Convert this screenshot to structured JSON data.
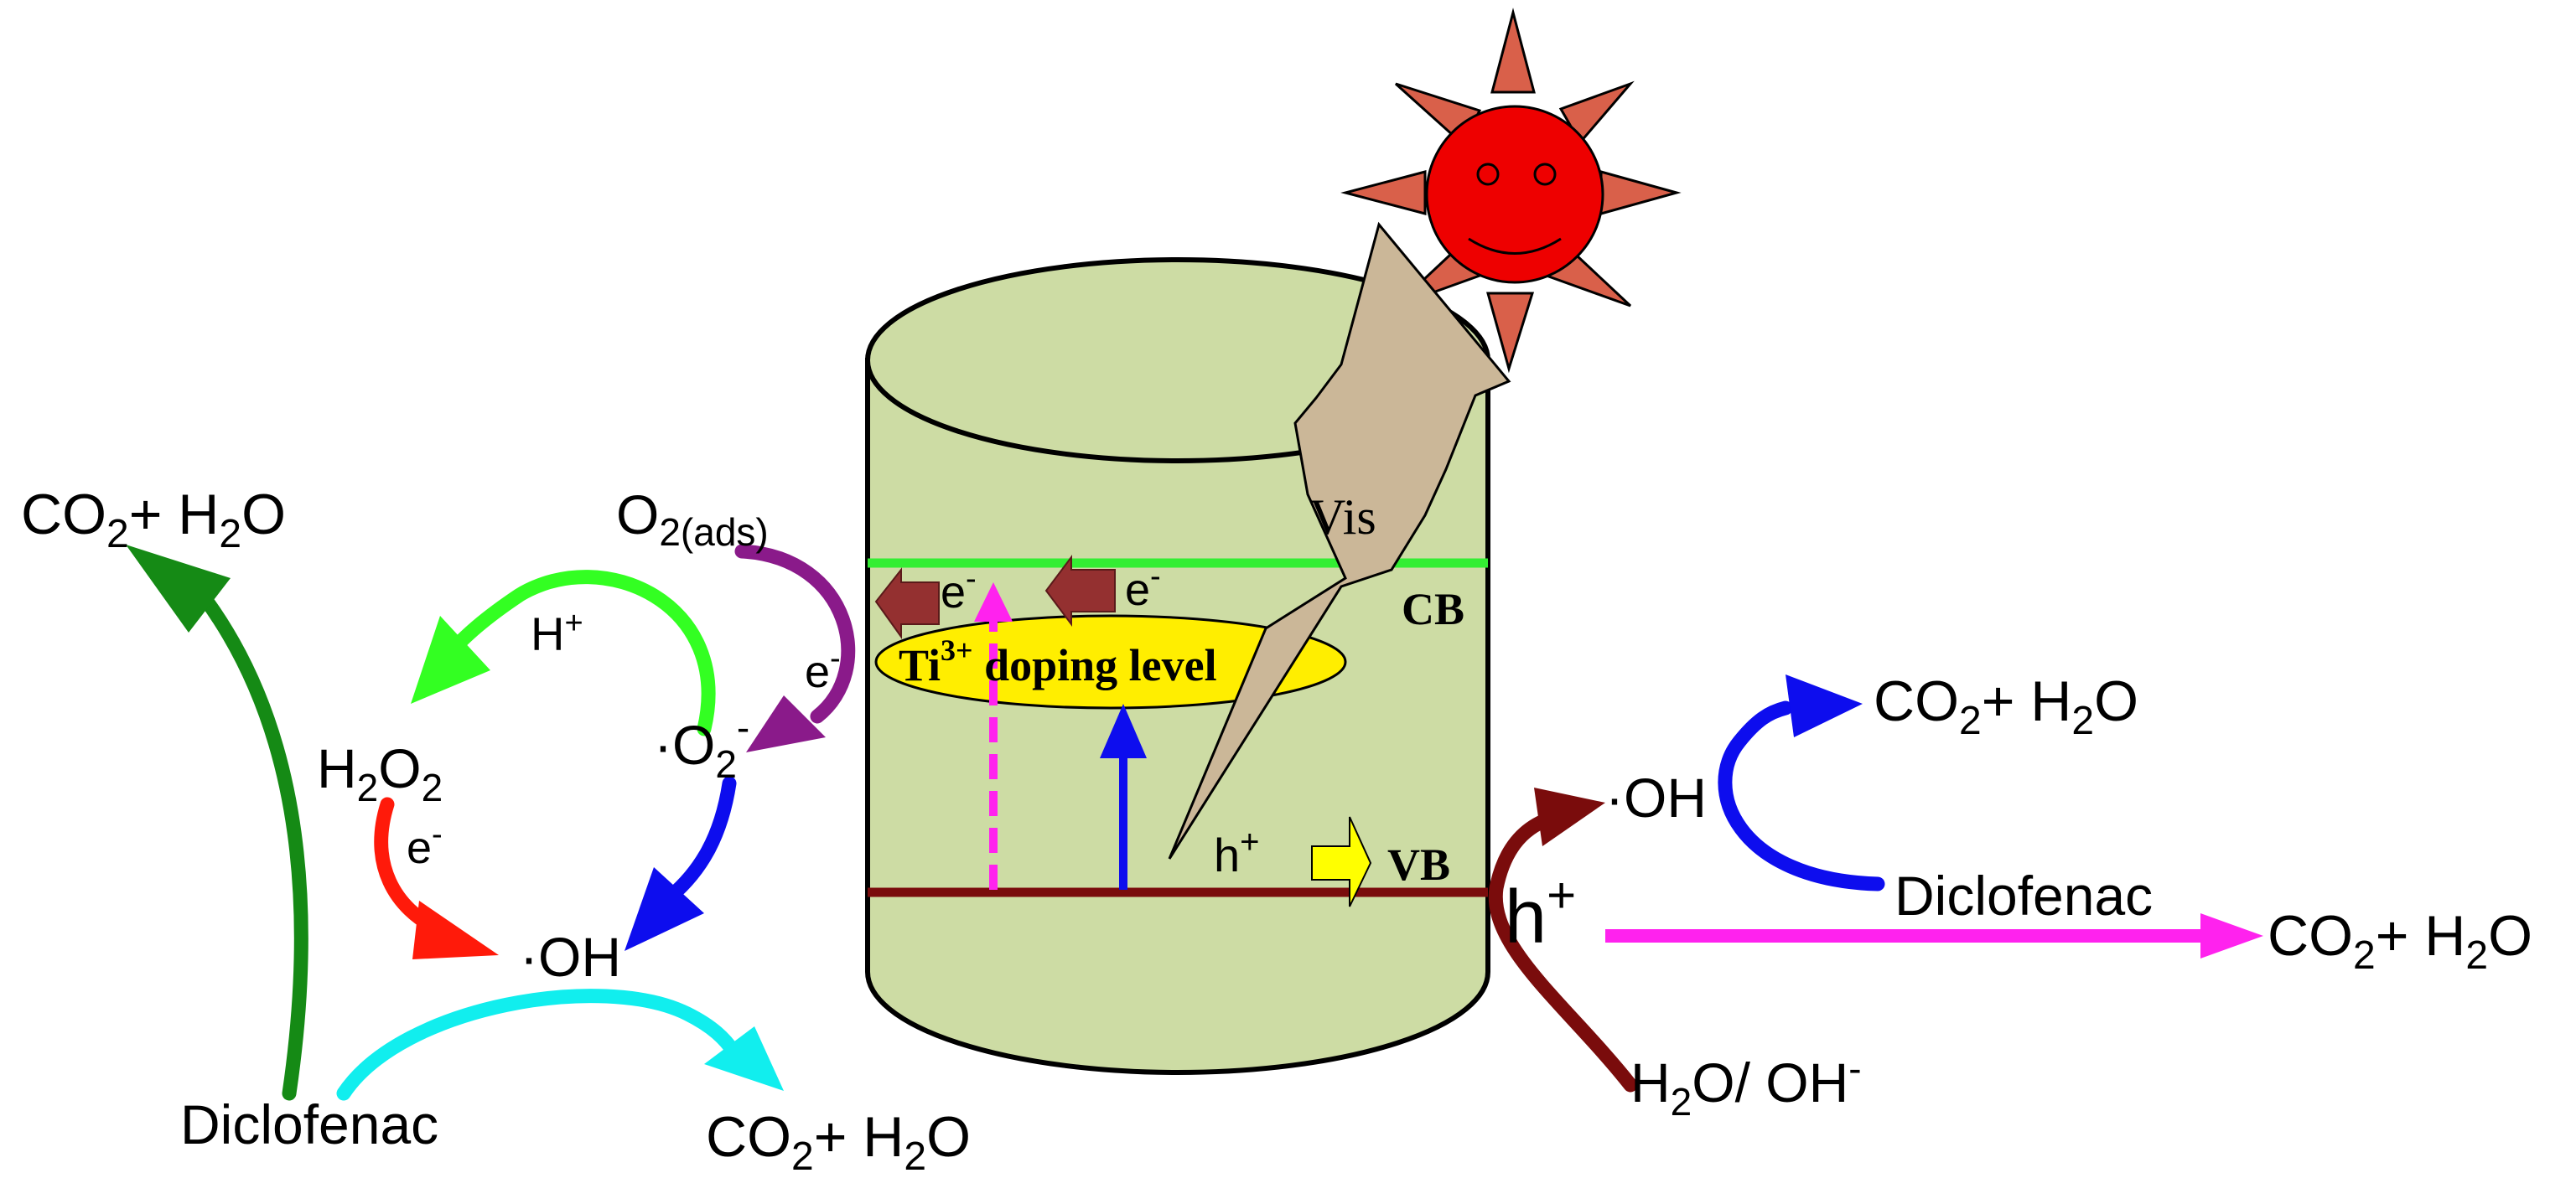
{
  "labels": {
    "co2_h2o_top_left": {
      "a": "CO",
      "b": "2",
      "c": "+ H",
      "d": "2",
      "e": "O"
    },
    "co2_h2o_bottom": {
      "a": "CO",
      "b": "2",
      "c": "+ H",
      "d": "2",
      "e": "O"
    },
    "co2_h2o_right_upper": {
      "a": "CO",
      "b": "2",
      "c": "+ H",
      "d": "2",
      "e": "O"
    },
    "co2_h2o_right_lower": {
      "a": "CO",
      "b": "2",
      "c": "+ H",
      "d": "2",
      "e": "O"
    },
    "o2_ads": {
      "a": "O",
      "b": "2(ads)"
    },
    "h_plus_left": {
      "a": "H",
      "b": "+"
    },
    "h2o2": {
      "a": "H",
      "b": "2",
      "c": "O",
      "d": "2"
    },
    "e_minus_left": {
      "a": "e",
      "b": "-"
    },
    "e_minus_purple": {
      "a": "e",
      "b": "-"
    },
    "superoxide": {
      "a": "·O",
      "b": "2",
      "c": "-"
    },
    "oh_left": "·OH",
    "diclofenac_left": "Diclofenac",
    "e_cb_1": {
      "a": "e",
      "b": "-"
    },
    "e_cb_2": {
      "a": "e",
      "b": "-"
    },
    "cb": "CB",
    "vb": "VB",
    "doping": {
      "a": "Ti",
      "b": "3+",
      "c": " doping level"
    },
    "vis": "Vis",
    "h_plus_vb": {
      "a": "h",
      "b": "+"
    },
    "oh_right": "·OH",
    "h_plus_big": {
      "a": "h",
      "b": "+"
    },
    "diclofenac_right": "Diclofenac",
    "h2o_oh": {
      "a": "H",
      "b": "2",
      "c": "O/ OH",
      "d": "-"
    }
  },
  "colors": {
    "cylinder_fill": "#cddca4",
    "cb_line": "#33ee33",
    "vb_line": "#7a0c0c",
    "doping_fill": "#ffee00",
    "bolt_fill": "#cbb798",
    "sun_fill": "#ee0000",
    "ray_fill": "#d9604a",
    "dark_green": "#158a15",
    "bright_green": "#33ff22",
    "purple": "#8a1a8a",
    "red": "#ff1a0a",
    "blue": "#0d0dee",
    "cyan": "#11eeee",
    "magenta": "#ff22ee",
    "maroon": "#7a0c0c",
    "brown_arrow": "#943030",
    "yellow_arrow": "#ffff00"
  },
  "icons": [
    "sun-icon",
    "lightning-bolt-icon"
  ]
}
